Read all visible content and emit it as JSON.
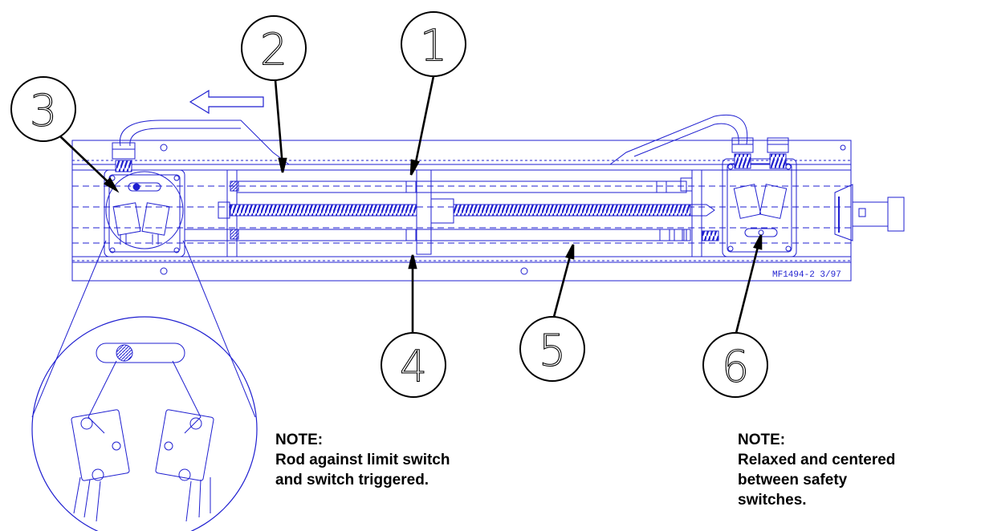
{
  "drawing_id": "MF1494-2 3/97",
  "callouts": [
    "1",
    "2",
    "3",
    "4",
    "5",
    "6"
  ],
  "notes": [
    {
      "title": "NOTE:",
      "lines": [
        "Rod against limit switch",
        "and switch triggered."
      ]
    },
    {
      "title": "NOTE:",
      "lines": [
        "Relaxed and centered",
        "between safety",
        "switches."
      ]
    }
  ],
  "colors": {
    "drawing": "#1f1fd0",
    "callout": "#000000",
    "note_text": "#000000"
  }
}
